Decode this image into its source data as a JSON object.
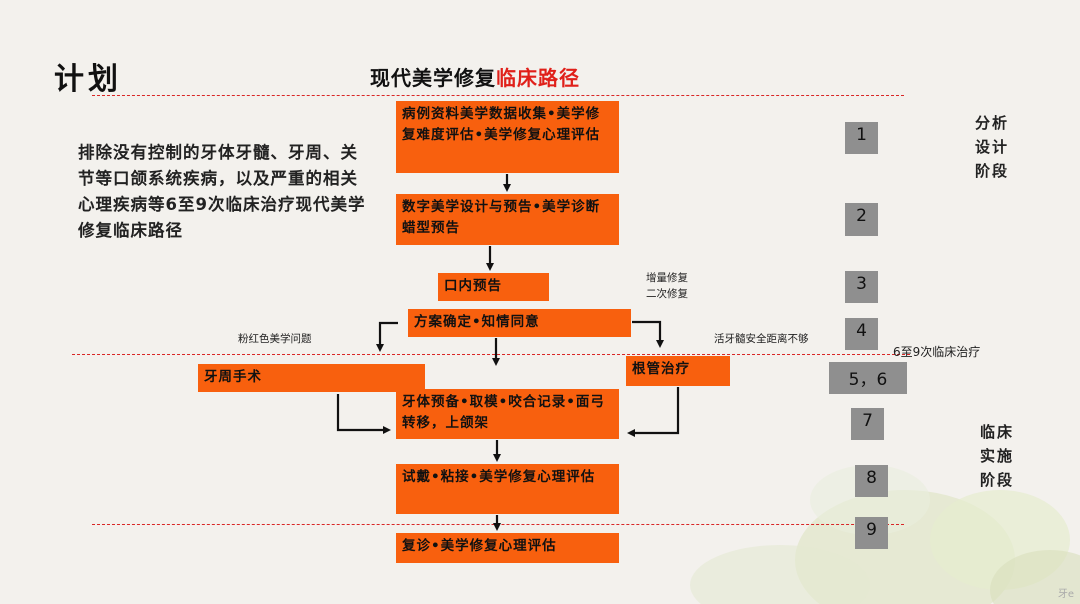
{
  "page": {
    "heading": "计划",
    "title_part1": "现代美学修复",
    "title_part2": "临床路径",
    "intro_text": "排除没有控制的牙体牙髓、牙周、关节等口颌系统疾病，以及严重的相关心理疾病等6至9次临床治疗现代美学修复临床路径",
    "watermark": "牙e"
  },
  "flow": {
    "step1": "病例资料美学数据收集•美学修复难度评估•美学修复心理评估",
    "step2": "数字美学设计与预告•美学诊断蜡型预告",
    "step3": "口内预告",
    "step4": "方案确定•知情同意",
    "step_perio": "牙周手术",
    "step_root": "根管治疗",
    "step5": "牙体预备•取模•咬合记录•面弓转移，上颌架",
    "step6": "试戴•粘接•美学修复心理评估",
    "step7": "复诊•美学修复心理评估"
  },
  "notes": {
    "incremental": "增量修复",
    "secondary": "二次修复",
    "pink": "粉红色美学问题",
    "pulp": "活牙髓安全距离不够",
    "visits": "6至9次临床治疗"
  },
  "numbers": [
    "1",
    "2",
    "3",
    "4",
    "5，6",
    "7",
    "8",
    "9"
  ],
  "phases": {
    "analysis": [
      "分析",
      "设计",
      "阶段"
    ],
    "clinical": [
      "临床",
      "实施",
      "阶段"
    ]
  },
  "colors": {
    "box": "#f8600e",
    "accent": "#e0201a",
    "number_box": "#8f8f8f"
  }
}
